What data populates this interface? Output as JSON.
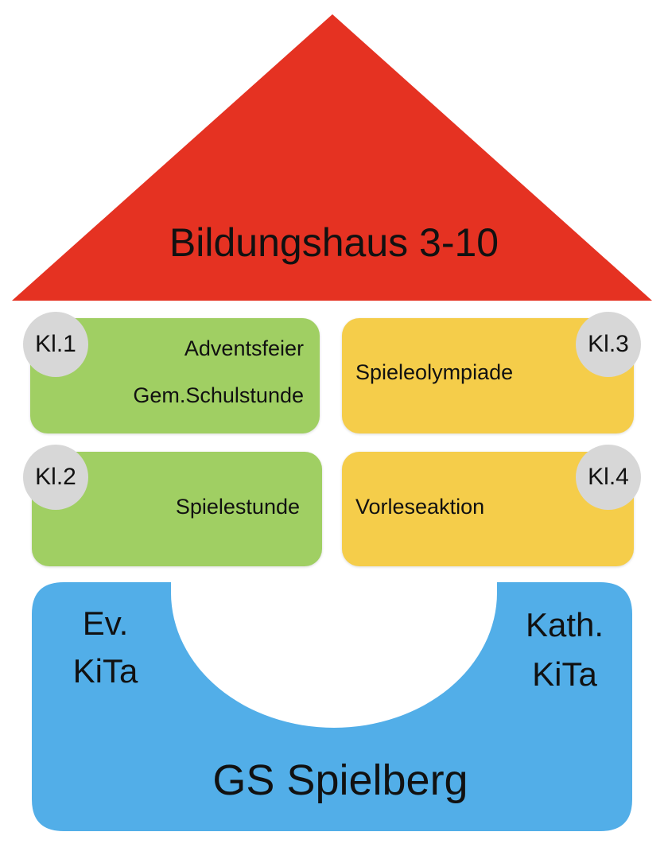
{
  "colors": {
    "roof": "#e53222",
    "green": "#a0cf63",
    "yellow": "#f5cd4a",
    "blue": "#52aee8",
    "badge": "#d7d7d7"
  },
  "roof": {
    "title": "Bildungshaus 3-10"
  },
  "classes": [
    {
      "badge": "Kl.1",
      "activities": [
        "Adventsfeier",
        "Gem.Schulstunde"
      ]
    },
    {
      "badge": "Kl.2",
      "activities": [
        "Spielestunde"
      ]
    },
    {
      "badge": "Kl.3",
      "activities": [
        "Spieleolympiade"
      ]
    },
    {
      "badge": "Kl.4",
      "activities": [
        "Vorleseaktion"
      ]
    }
  ],
  "foundation": {
    "left": [
      "Ev.",
      "KiTa"
    ],
    "right": [
      "Kath.",
      "KiTa"
    ],
    "title": "GS Spielberg"
  }
}
